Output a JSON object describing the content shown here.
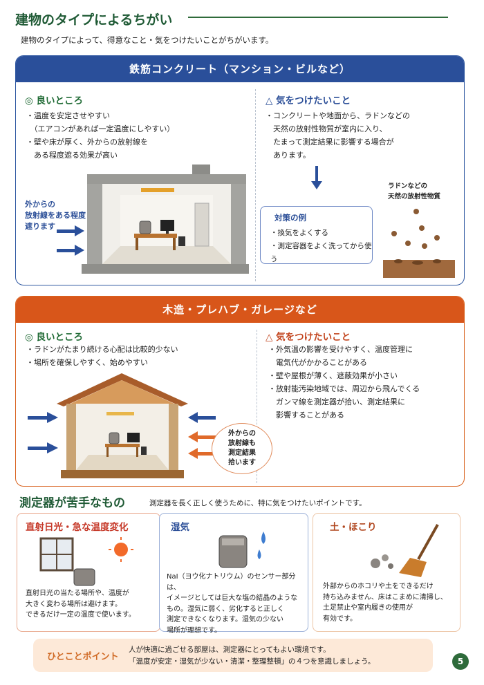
{
  "page": {
    "title": "建物のタイプによるちがい",
    "intro": "建物のタイプによって、得意なこと・気をつけたいことがちがいます。"
  },
  "concrete": {
    "header": "鉄筋コンクリート（マンション・ビルなど）",
    "good_title": "◎ 良いところ",
    "good_items": [
      "・温度を安定させやすい",
      "　（エアコンがあれば一定温度にしやすい）",
      "・壁や床が厚く、外からの放射線を",
      "　ある程度遮る効果が高い"
    ],
    "warn_title": "△ 気をつけたいこと",
    "warn_items": [
      "・コンクリートや地面から、ラドンなどの",
      "　天然の放射性物質が室内に入り、",
      "　たまって測定結果に影響する場合が",
      "　あります。"
    ],
    "outside_note": [
      "外からの",
      "放射線をある程度",
      "遮ります"
    ],
    "countermeasure_title": "対策の例",
    "countermeasure_items": [
      "・換気をよくする",
      "・測定容器をよく洗ってから使う"
    ],
    "radon_label": [
      "ラドンなどの",
      "天然の放射性物質"
    ]
  },
  "wooden": {
    "header": "木造・プレハブ・ガレージなど",
    "good_title": "◎ 良いところ",
    "good_items": [
      "・ラドンがたまり続ける心配は比較的少ない",
      "・場所を確保しやすく、始めやすい"
    ],
    "warn_title": "△ 気をつけたいこと",
    "warn_items": [
      "・外気温の影響を受けやすく、温度管理に",
      "　電気代がかかることがある",
      "・壁や屋根が薄く、遮蔽効果が小さい",
      "・放射能汚染地域では、周辺から飛んでくる",
      "　ガンマ線を測定器が拾い、測定結果に",
      "　影響することがある"
    ],
    "bubble_lines": [
      "外からの",
      "放射線も",
      "測定結果",
      "拾います"
    ]
  },
  "weakness": {
    "title": "測定器が苦手なもの",
    "note": "測定器を長く正しく使うために、特に気をつけたいポイントです。",
    "sunlight": {
      "title": "直射日光・急な温度変化",
      "lines": [
        "直射日光の当たる場所や、温度が",
        "大きく変わる場所は避けます。",
        "できるだけ一定の温度で使います。"
      ]
    },
    "humidity": {
      "title": "湿気",
      "lines": [
        "NaI（ヨウ化ナトリウム）のセンサー部分は、",
        "イメージとしては巨大な塩の結晶のような",
        "もの。湿気に弱く、劣化すると正しく",
        "測定できなくなります。湿気の少ない",
        "場所が理想です。"
      ]
    },
    "dust": {
      "title": "土・ほこり",
      "lines": [
        "外部からのホコリや土をできるだけ",
        "持ち込みません、床はこまめに清掃し、",
        "土足禁止や室内履きの使用が",
        "有効です。"
      ]
    }
  },
  "tip": {
    "label": "ひとことポイント",
    "lines": [
      "人が快適に過ごせる部屋は、測定器にとってもよい環境です。",
      "「温度が安定・湿気が少ない・清潔・整理整頓」の４つを意識しましょう。"
    ]
  },
  "page_number": "5",
  "colors": {
    "green": "#1f5a35",
    "blue": "#2a4f9a",
    "orange": "#d8561a",
    "red": "#c63a2a"
  }
}
